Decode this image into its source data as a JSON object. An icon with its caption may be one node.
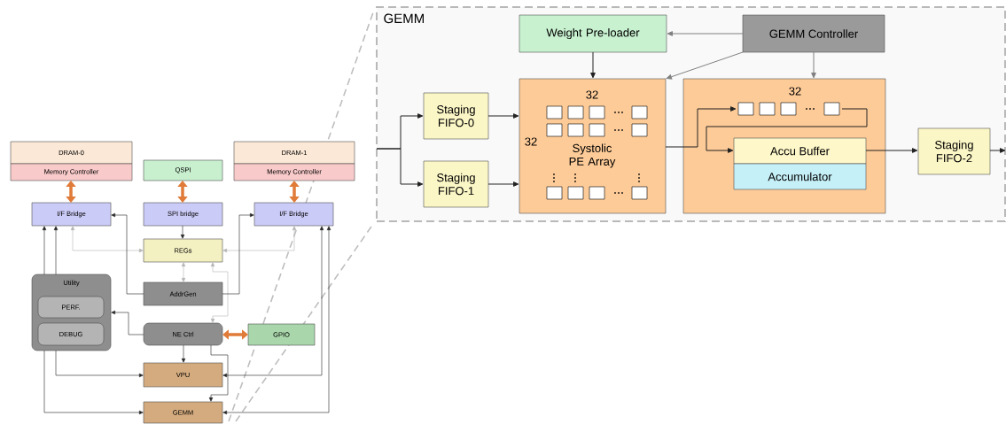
{
  "diagram": {
    "nodes": [
      {
        "text": [
          "DRAM-0"
        ]
      },
      {
        "text": [
          "Memory Controller"
        ]
      },
      {
        "text": [
          "QSPI"
        ]
      },
      {
        "text": [
          "DRAM-1"
        ]
      },
      {
        "text": [
          "Memory Controller"
        ]
      },
      {
        "text": [
          "I/F Bridge"
        ]
      },
      {
        "text": [
          "SPI bridge"
        ]
      },
      {
        "text": [
          "I/F Bridge"
        ]
      },
      {
        "text": [
          "REGs"
        ]
      },
      {
        "text": [
          "Utility"
        ]
      },
      {
        "text": [
          "PERF."
        ],
        "in": 9
      },
      {
        "text": [
          "DEBUG"
        ],
        "in": 9
      },
      {
        "text": [
          "AddrGen"
        ]
      },
      {
        "text": [
          "NE Ctrl"
        ]
      },
      {
        "text": [
          "GPIO"
        ]
      },
      {
        "text": [
          "VPU"
        ]
      },
      {
        "text": [
          "GEMM"
        ]
      },
      {
        "text": [
          "GEMM"
        ]
      },
      {
        "text": [
          "Weight Pre-loader"
        ],
        "in": 17
      },
      {
        "text": [
          "GEMM Controller"
        ],
        "in": 17
      },
      {
        "text": [
          "Staging FIFO-0"
        ],
        "in": 17
      },
      {
        "text": [
          "Staging FIFO-1"
        ],
        "in": 17
      },
      {
        "text": [
          "32",
          "32",
          "Systolic PE Array"
        ],
        "in": 17
      },
      {
        "text": [
          "32"
        ],
        "in": 17
      },
      {
        "text": [],
        "shape": "box",
        "in": 23
      },
      {
        "text": [
          "Accu Buffer"
        ],
        "in": 23
      },
      {
        "text": [
          "Accumulator"
        ],
        "in": 23
      },
      {
        "text": [
          "Staging FIFO-2"
        ],
        "in": 17
      }
    ],
    "edges": [
      {
        "from": 1,
        "to": 5,
        "arrow": "both",
        "style": "thick",
        "color": "#e07b39"
      },
      {
        "from": 2,
        "to": 6,
        "arrow": "both",
        "style": "thick",
        "color": "#e07b39"
      },
      {
        "from": 4,
        "to": 7,
        "arrow": "both",
        "style": "thick",
        "color": "#e07b39"
      },
      {
        "from": 6,
        "to": 8,
        "arrow": "to"
      },
      {
        "from": 8,
        "to": 5,
        "arrow": "both",
        "color": "#b3b3b3"
      },
      {
        "from": 8,
        "to": 7,
        "arrow": "both",
        "color": "#b3b3b3"
      },
      {
        "from": 8,
        "to": 12,
        "arrow": "both",
        "color": "#b3b3b3"
      },
      {
        "from": 8,
        "to": 13,
        "arrow": "both",
        "color": "#b3b3b3"
      },
      {
        "from": 12,
        "to": 5,
        "arrow": "to"
      },
      {
        "from": 12,
        "to": 7,
        "arrow": "to"
      },
      {
        "from": 13,
        "to": 9,
        "arrow": "to"
      },
      {
        "from": 13,
        "to": 14,
        "arrow": "both",
        "style": "thick",
        "color": "#e07b39"
      },
      {
        "from": 13,
        "to": 15,
        "arrow": "to"
      },
      {
        "from": 13,
        "to": 16,
        "arrow": "to"
      },
      {
        "from": 9,
        "to": 5,
        "arrow": "to"
      },
      {
        "from": 9,
        "to": 5,
        "arrow": "to"
      },
      {
        "from": 9,
        "to": 15,
        "arrow": "to"
      },
      {
        "from": 9,
        "to": 16,
        "arrow": "to"
      },
      {
        "from": 15,
        "to": 7,
        "arrow": "both"
      },
      {
        "from": 16,
        "to": 7,
        "arrow": "both"
      },
      {
        "from": null,
        "to": 20,
        "arrow": "to"
      },
      {
        "from": null,
        "to": 21,
        "arrow": "to"
      },
      {
        "from": 20,
        "to": 22,
        "arrow": "to"
      },
      {
        "from": 21,
        "to": 22,
        "arrow": "to"
      },
      {
        "from": 18,
        "to": 22,
        "arrow": "to"
      },
      {
        "from": 19,
        "to": 18,
        "arrow": "to",
        "color": "#808080"
      },
      {
        "from": 19,
        "to": 22,
        "arrow": "to",
        "color": "#808080"
      },
      {
        "from": 19,
        "to": 23,
        "arrow": "to",
        "color": "#808080"
      },
      {
        "from": 22,
        "to": 24,
        "arrow": "to"
      },
      {
        "from": 24,
        "to": 25,
        "arrow": "to"
      },
      {
        "from": 25,
        "to": 27,
        "arrow": "to"
      },
      {
        "from": 27,
        "to": null,
        "arrow": "to"
      }
    ]
  }
}
